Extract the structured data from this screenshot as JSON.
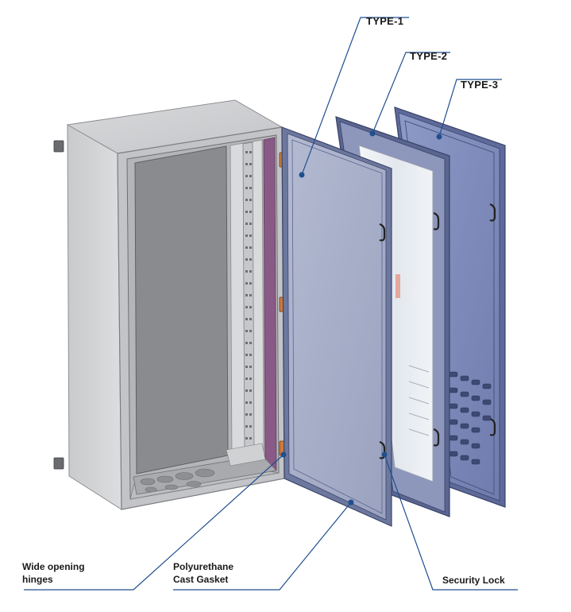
{
  "labels": {
    "type1": "TYPE-1",
    "type2": "TYPE-2",
    "type3": "TYPE-3",
    "hinges_line1": "Wide opening",
    "hinges_line2": "hinges",
    "gasket_line1": "Polyurethane",
    "gasket_line2": "Cast Gasket",
    "lock": "Security Lock"
  },
  "colors": {
    "callout_line": "#1f4f8f",
    "callout_dot": "#1f4f8f",
    "cabinet_body": "#cfd0d2",
    "door_type1": "#a3abc6",
    "door_type3": "#7e8bbd",
    "mounting_plate": "#8c8c8e",
    "rail_accent": "#8a5a86"
  }
}
